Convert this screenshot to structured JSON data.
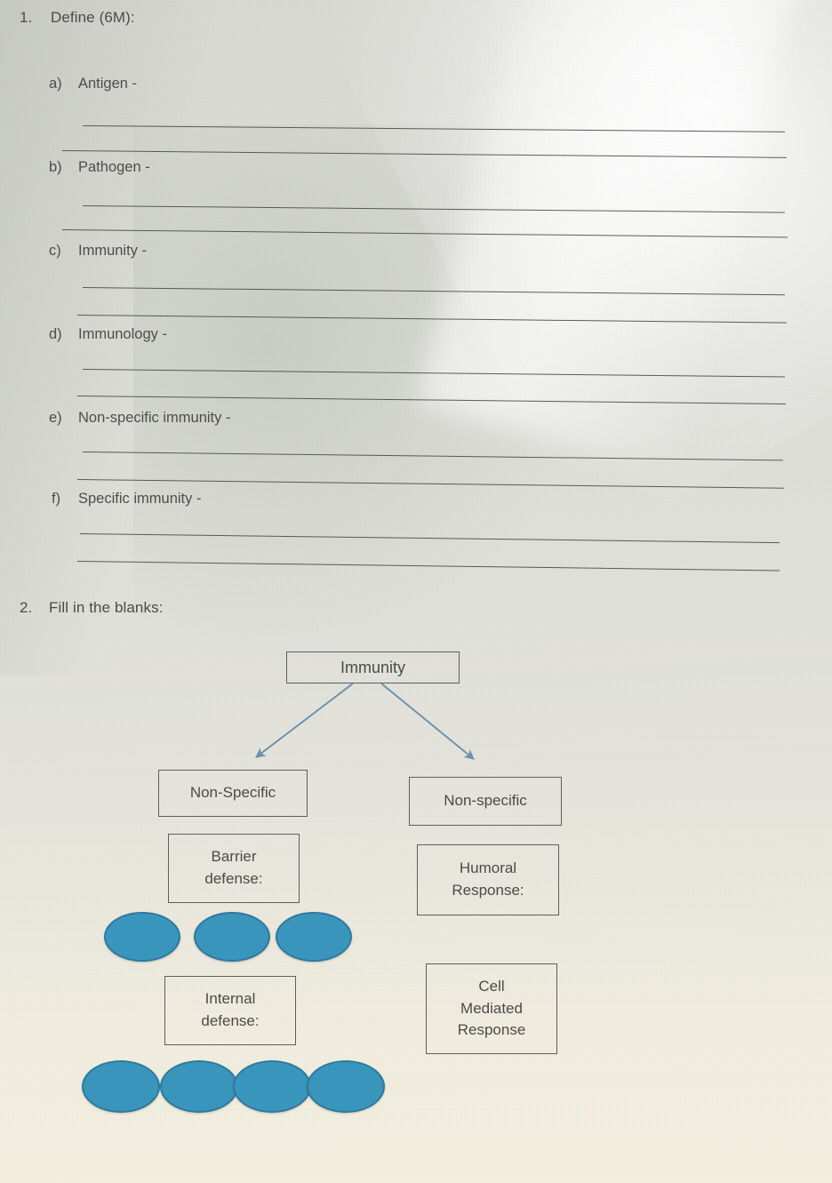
{
  "worksheet": {
    "questions": [
      {
        "number": "1.",
        "title": "Define (6M):",
        "items": [
          {
            "letter": "a)",
            "text": "Antigen -"
          },
          {
            "letter": "b)",
            "text": "Pathogen -"
          },
          {
            "letter": "c)",
            "text": "Immunity -"
          },
          {
            "letter": "d)",
            "text": "Immunology -"
          },
          {
            "letter": "e)",
            "text": "Non-specific immunity -"
          },
          {
            "letter": "f)",
            "text": "Specific immunity -"
          }
        ]
      },
      {
        "number": "2.",
        "title": "Fill in the blanks:"
      }
    ]
  },
  "diagram": {
    "root": "Immunity",
    "left_branch": {
      "heading": "Non-Specific",
      "sub_boxes": [
        "Barrier\ndefense:",
        "Internal\ndefense:"
      ],
      "blank_ellipse_rows": [
        3,
        4
      ]
    },
    "right_branch": {
      "heading": "Non-specific",
      "sub_boxes": [
        "Humoral\nResponse:",
        "Cell\nMediated\nResponse"
      ]
    },
    "colors": {
      "ellipse_fill": "#3a95bd",
      "ellipse_stroke": "#2c7a9e",
      "arrow": "#6c8fab",
      "box_border": "#5d5d5d",
      "text": "#4a4a4a"
    }
  }
}
